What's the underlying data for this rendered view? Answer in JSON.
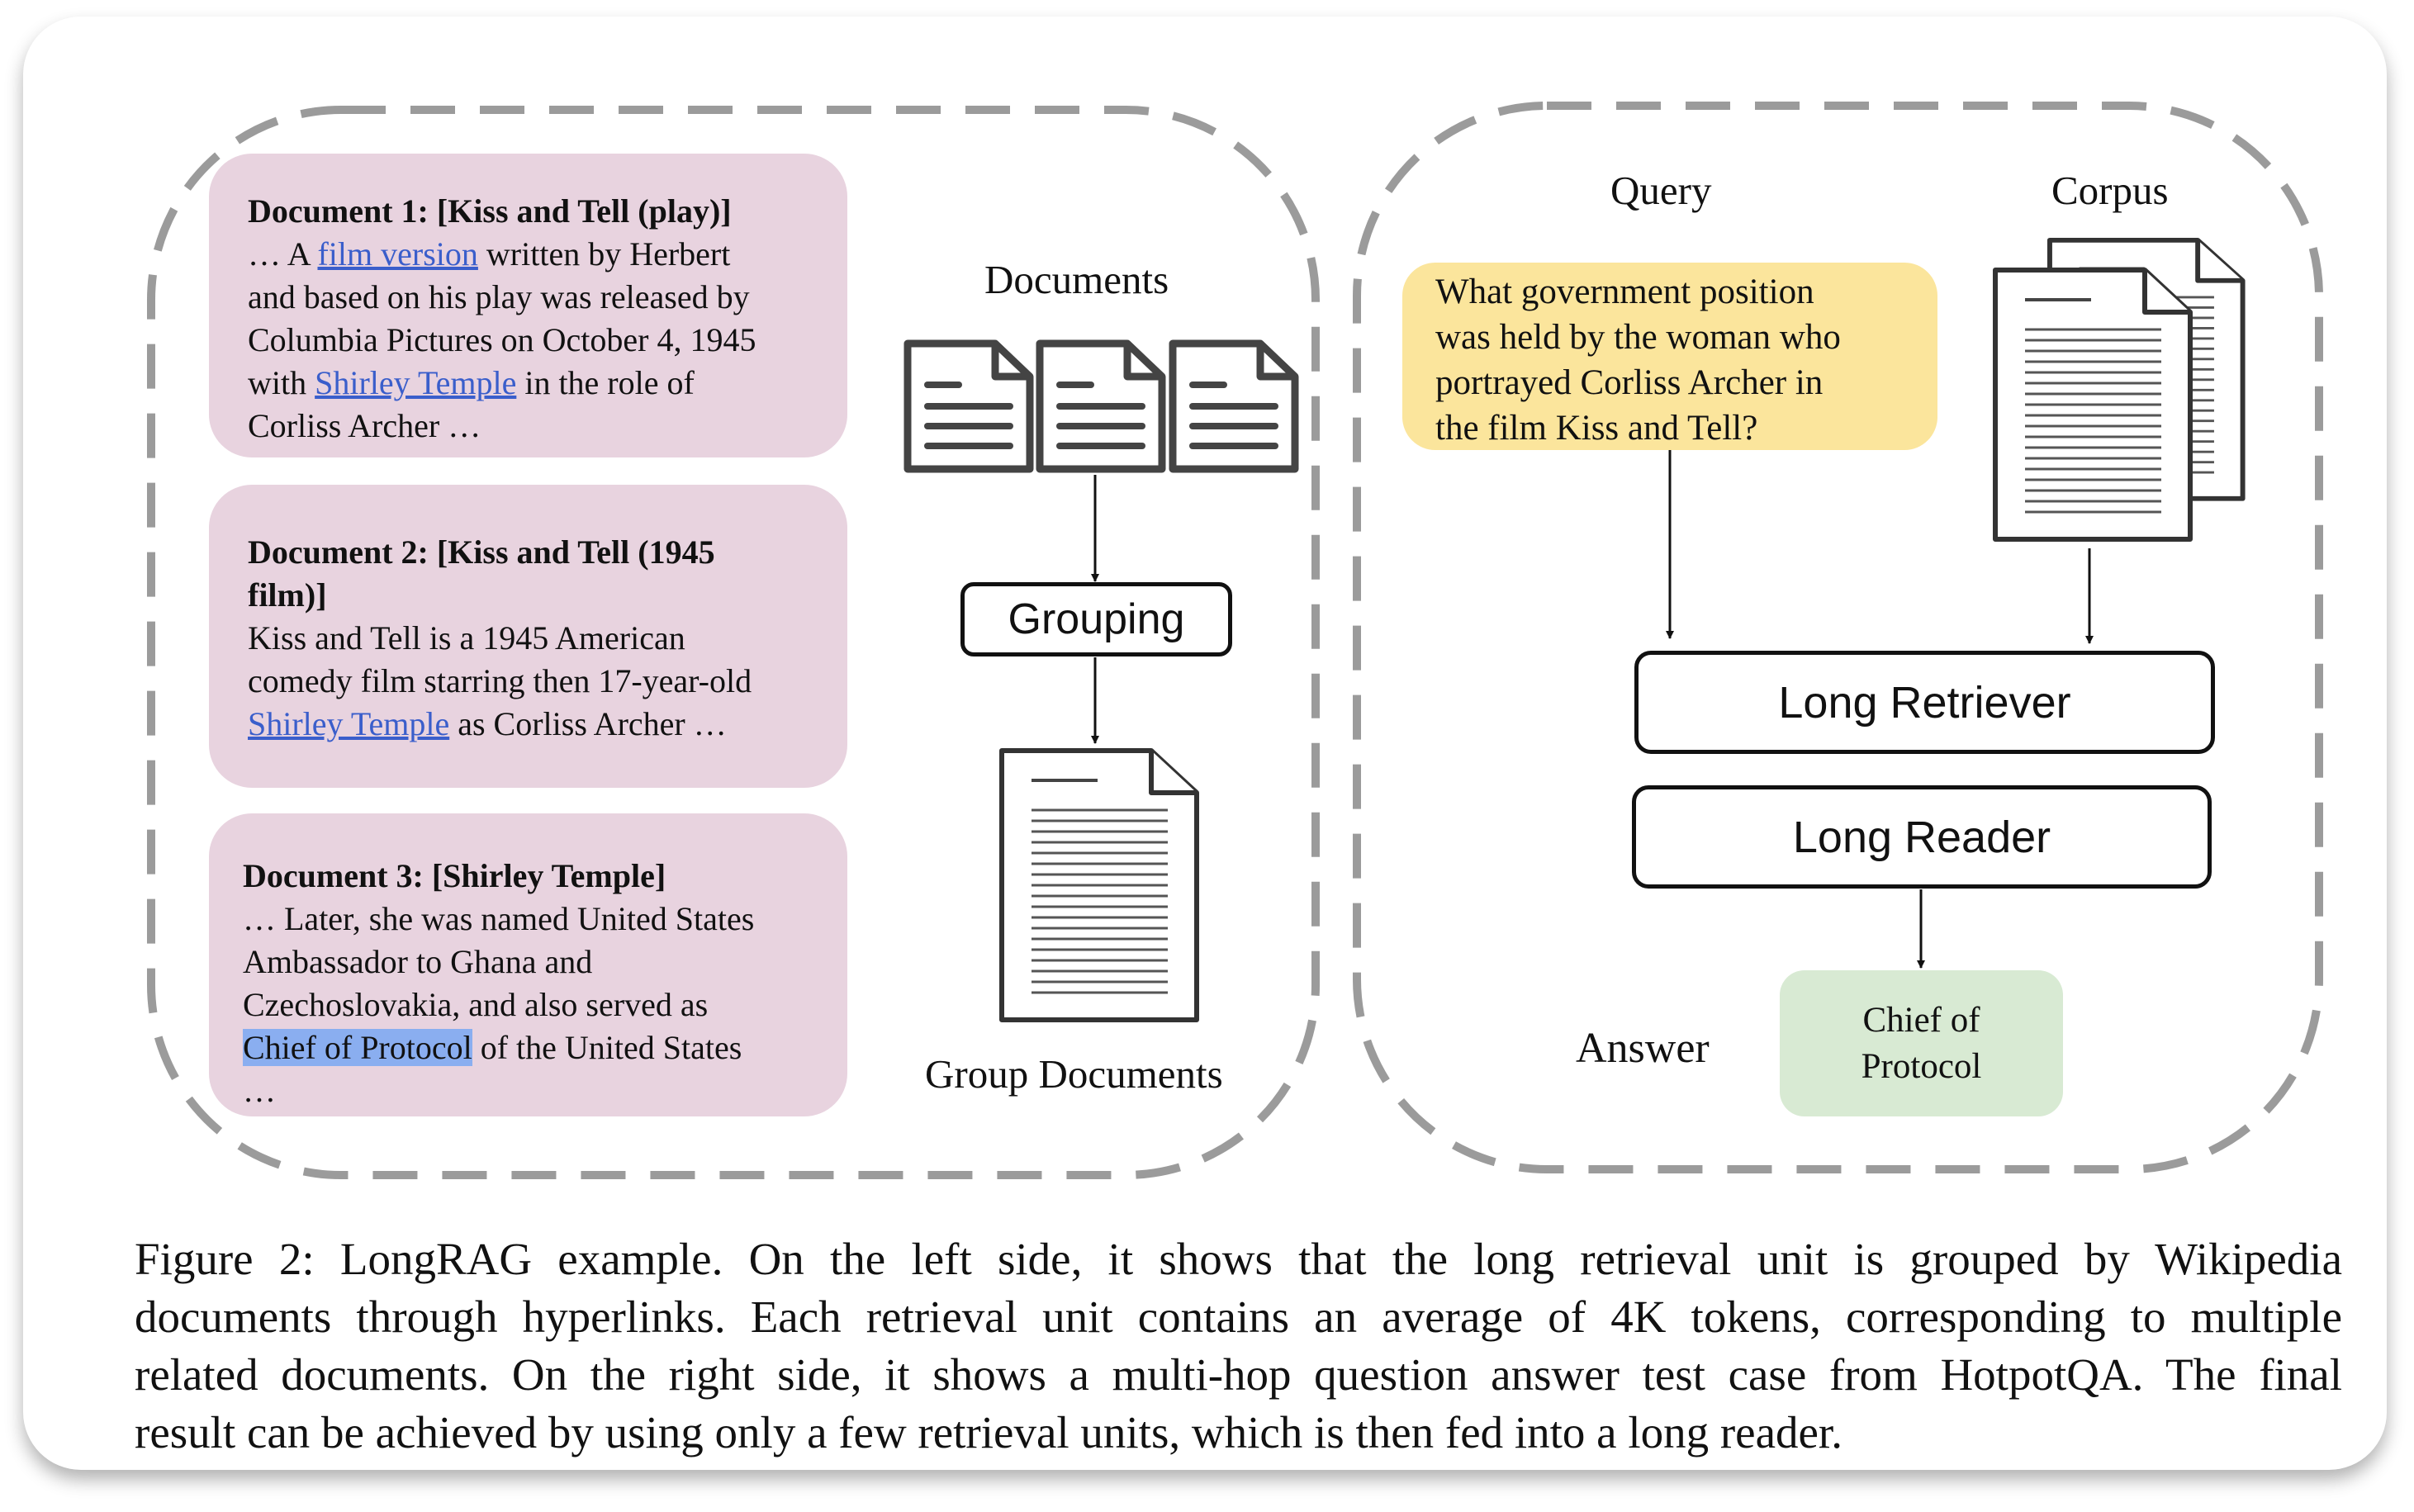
{
  "documents": [
    {
      "title": "Document 1: [Kiss and Tell (play)]",
      "lines": [
        {
          "pre": "… A ",
          "link": "film version",
          "post": " written by Herbert"
        },
        {
          "text": "and based on his play was released by"
        },
        {
          "text": "Columbia Pictures on October 4, 1945"
        },
        {
          "pre": "with ",
          "link": "Shirley Temple",
          "post": " in the role of"
        },
        {
          "text": "Corliss Archer …"
        }
      ]
    },
    {
      "title_lines": [
        "Document 2: [Kiss and Tell (1945",
        "film)]"
      ],
      "lines": [
        {
          "text": "Kiss and Tell is a 1945 American"
        },
        {
          "text": "comedy film starring then 17-year-old"
        },
        {
          "link": "Shirley Temple",
          "post": " as Corliss Archer …"
        }
      ]
    },
    {
      "title": "Document 3: [Shirley Temple]",
      "lines": [
        {
          "text": "… Later, she was named United States"
        },
        {
          "text": "Ambassador to Ghana and"
        },
        {
          "text": "Czechoslovakia, and also served as"
        },
        {
          "highlight": "Chief of Protocol",
          "post": " of the United States"
        },
        {
          "text": "…"
        }
      ]
    }
  ],
  "left_panel": {
    "documents_label": "Documents",
    "grouping_label": "Grouping",
    "group_documents_label": "Group Documents"
  },
  "right_panel": {
    "query_label": "Query",
    "corpus_label": "Corpus",
    "query_lines": [
      "What government position",
      "was held by the woman who",
      "portrayed Corliss Archer in",
      "the film Kiss and Tell?"
    ],
    "retriever_label": "Long Retriever",
    "reader_label": "Long Reader",
    "answer_label": "Answer",
    "answer_lines": [
      "Chief of",
      "Protocol"
    ]
  },
  "caption_lines": [
    "Figure 2: LongRAG example.  On the left side, it shows that the long retrieval unit is grouped by Wikipedia",
    "documents through hyperlinks. Each retrieval unit contains an average of 4K tokens, corresponding to multiple",
    "related documents. On the right side, it shows a multi-hop question answer test case from HotpotQA. The final",
    "result can be achieved by using only a few retrieval units, which is then fed into a long reader."
  ],
  "colors": {
    "doc_bg": "#e8d3df",
    "query_bg": "#fbe59c",
    "answer_bg": "#d8ead3",
    "link": "#3a5ecb",
    "highlight": "#8aaef0",
    "dash": "#9b9b9b"
  },
  "icons": [
    "document-icon",
    "grouped-document-icon",
    "corpus-stack-icon",
    "arrow-down-icon"
  ]
}
